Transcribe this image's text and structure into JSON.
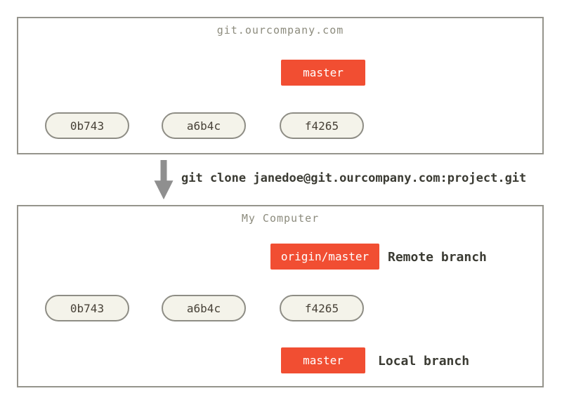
{
  "server": {
    "title": "git.ourcompany.com",
    "branch_label": "master",
    "commits": [
      "0b743",
      "a6b4c",
      "f4265"
    ]
  },
  "clone_command": "git clone janedoe@git.ourcompany.com:project.git",
  "computer": {
    "title": "My Computer",
    "remote_branch_label": "origin/master",
    "remote_branch_annotation": "Remote branch",
    "local_branch_label": "master",
    "local_branch_annotation": "Local branch",
    "commits": [
      "0b743",
      "a6b4c",
      "f4265"
    ]
  },
  "colors": {
    "branch_bg": "#f14e32",
    "commit_bg": "#f4f3ea",
    "box_border": "#95948c",
    "arrow": "#707070",
    "clone_arrow": "#8f8f8f"
  }
}
